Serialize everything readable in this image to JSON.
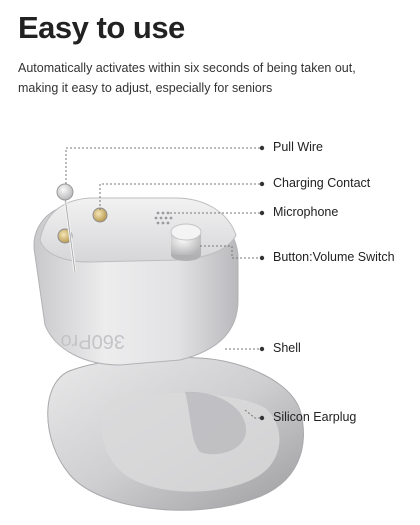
{
  "header": {
    "title": "Easy to use",
    "subtitle_line1": "Automatically activates within six seconds of being taken out,",
    "subtitle_line2": "making it easy to adjust, especially for seniors"
  },
  "device": {
    "engraving": "360Pro"
  },
  "callouts": [
    {
      "label": "Pull Wire"
    },
    {
      "label": "Charging Contact"
    },
    {
      "label": "Microphone"
    },
    {
      "label": "Button:Volume Switch"
    },
    {
      "label": "Shell"
    },
    {
      "label": "Silicon Earplug"
    }
  ]
}
